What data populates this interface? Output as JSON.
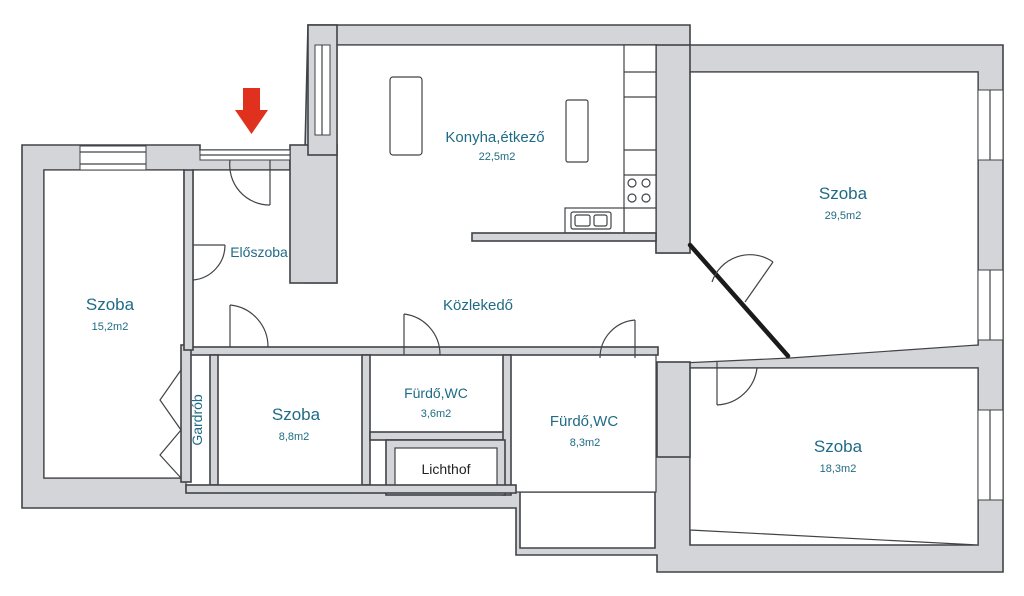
{
  "rooms": {
    "kitchen": {
      "name": "Konyha,étkező",
      "area": "22,5m2"
    },
    "room_top_right": {
      "name": "Szoba",
      "area": "29,5m2"
    },
    "hall": {
      "name": "Előszoba"
    },
    "corridor": {
      "name": "Közlekedő"
    },
    "room_left": {
      "name": "Szoba",
      "area": "15,2m2"
    },
    "wardrobe": {
      "name": "Gardrób"
    },
    "room_mid": {
      "name": "Szoba",
      "area": "8,8m2"
    },
    "bath1": {
      "name": "Fürdő,WC",
      "area": "3,6m2"
    },
    "lightwell": {
      "name": "Lichthof"
    },
    "bath2": {
      "name": "Fürdő,WC",
      "area": "8,3m2"
    },
    "room_bottom_right": {
      "name": "Szoba",
      "area": "18,3m2"
    }
  },
  "colors": {
    "wall": "#d3d5d8",
    "label": "#1f6b86",
    "entrance_arrow": "#e0301e"
  },
  "icons": {
    "entrance": "entrance-arrow-icon"
  }
}
